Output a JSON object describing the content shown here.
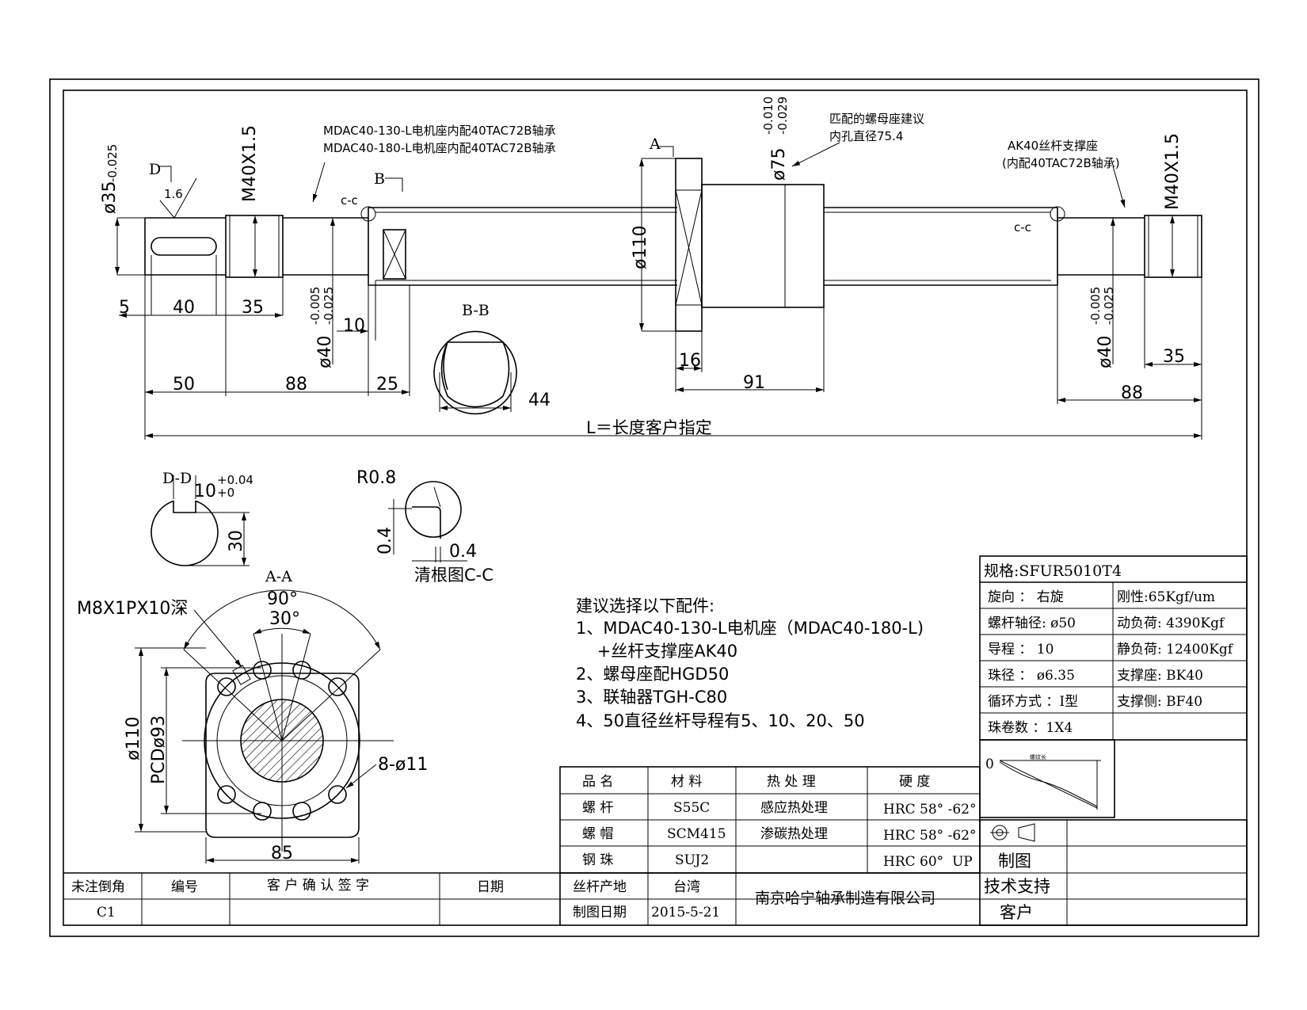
{
  "dims": {
    "d35": "ø35",
    "d35_tol": "-0.025",
    "m40_left": "M40X1.5",
    "m40_right": "M40X1.5",
    "d40_left": "ø40",
    "d40_left_tol_up": "-0.005",
    "d40_left_tol_lo": "-0.025",
    "d40_right": "ø40",
    "d40_right_tol_up": "-0.005",
    "d40_right_tol_lo": "-0.025",
    "d75": "ø75",
    "d75_tol_up": "-0.010",
    "d75_tol_lo": "-0.029",
    "d110": "ø110",
    "v5": "5",
    "v40": "40",
    "v35_left": "35",
    "v10": "10",
    "v50": "50",
    "v88_left": "88",
    "v25": "25",
    "v44": "44",
    "v16": "16",
    "v91": "91",
    "v35_right": "35",
    "v88_right": "88",
    "length": "L＝长度客户指定",
    "rough": "1.6",
    "d_mark": "D",
    "b_mark": "B",
    "a_mark": "A",
    "cc_left": "c-c",
    "cc_right": "c-c"
  },
  "notes": {
    "motor_mount_1": "MDAC40-130-L电机座内配40TAC72B轴承",
    "motor_mount_2": "MDAC40-180-L电机座内配40TAC72B轴承",
    "nut_seat_1": "匹配的螺母座建议",
    "nut_seat_2": "内孔直径75.4",
    "support_1": "AK40丝杆支撑座",
    "support_2": "(内配40TAC72B轴承)"
  },
  "sections": {
    "bb": "B-B",
    "dd": "D-D",
    "dd_w": "10",
    "dd_tol_up": "+0.04",
    "dd_tol_lo": "+0",
    "dd_h": "30",
    "cc_r": "R0.8",
    "cc_h": "0.4",
    "cc_w": "0.4",
    "cc_title": "清根图C-C",
    "aa": "A-A",
    "aa_thread": "M8X1PX10深",
    "aa_90": "90°",
    "aa_30": "30°",
    "aa_d110": "ø110",
    "aa_pcd": "PCDø93",
    "aa_holes": "8-ø11",
    "aa_85": "85"
  },
  "suggest": {
    "title": "建议选择以下配件:",
    "items": [
      "1、MDAC40-130-L电机座（MDAC40-180-L)",
      "    +丝杆支撑座AK40",
      "2、螺母座配HGD50",
      "3、联轴器TGH-C80",
      "4、50直径丝杆导程有5、10、20、50"
    ]
  },
  "spec": {
    "title": "规格:SFUR5010T4",
    "left": [
      "旋向 ： 右旋",
      "螺杆轴径: ø50",
      "导程 ： 10",
      "珠径 ： ø6.35",
      "循环方式 ：I型",
      "珠卷数 ：1X4"
    ],
    "right": [
      "刚性:65Kgf/um",
      "动负荷: 4390Kgf",
      "静负荷: 12400Kgf",
      "支撑座: BK40",
      "支撑侧: BF40"
    ],
    "graph_label": "0",
    "graph_mini": "螺纹长"
  },
  "materials": {
    "headers": [
      "品 名",
      "材 料",
      "热 处 理",
      "硬 度"
    ],
    "rows": [
      [
        "螺 杆",
        "S55C",
        "感应热处理",
        "HRC 58° -62°"
      ],
      [
        "螺 帽",
        "SCM415",
        "渗碳热处理",
        "HRC 58° -62°"
      ],
      [
        "钢 珠",
        "SUJ2",
        "",
        "HRC 60°  UP"
      ]
    ]
  },
  "title_block": {
    "chamfer_h": "未注倒角",
    "chamfer_v": "C1",
    "number_h": "编号",
    "confirm_h": "客 户 确 认 签 字",
    "date_h": "日期",
    "origin_h": "丝杆产地",
    "origin_v": "台湾",
    "drawdate_h": "制图日期",
    "drawdate_v": "2015-5-21",
    "company": "南京哈宁轴承制造有限公司",
    "draw": "制图",
    "tech": "技术支持",
    "customer": "客户"
  }
}
